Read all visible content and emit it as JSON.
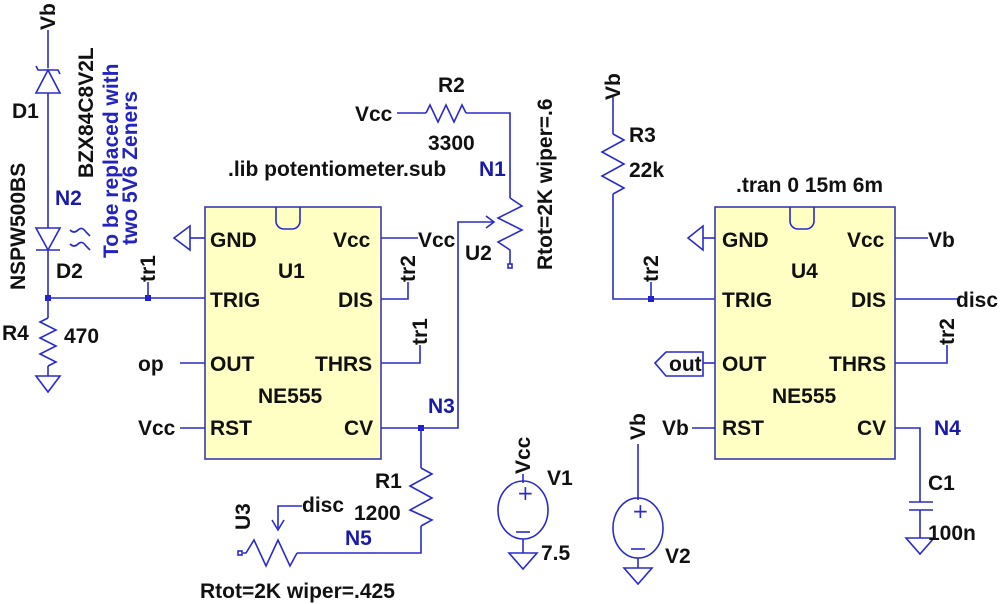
{
  "schematic": {
    "directives": {
      "lib": ".lib potentiometer.sub",
      "tran": ".tran 0 15m 6m"
    },
    "comment": {
      "line1": "To be replaced with",
      "line2": "two 5V6 Zeners"
    },
    "u1": {
      "ref": "U1",
      "model": "NE555",
      "pins": {
        "gnd": "GND",
        "vcc": "Vcc",
        "trig": "TRIG",
        "dis": "DIS",
        "out": "OUT",
        "thrs": "THRS",
        "rst": "RST",
        "cv": "CV"
      }
    },
    "u4": {
      "ref": "U4",
      "model": "NE555",
      "pins": {
        "gnd": "GND",
        "vcc": "Vcc",
        "trig": "TRIG",
        "dis": "DIS",
        "out": "OUT",
        "thrs": "THRS",
        "rst": "RST",
        "cv": "CV"
      }
    },
    "d1": {
      "ref": "D1",
      "model": "BZX84C8V2L"
    },
    "d2": {
      "ref": "D2",
      "model": "NSPW500BS"
    },
    "r1": {
      "ref": "R1",
      "value": "1200"
    },
    "r2": {
      "ref": "R2",
      "value": "3300"
    },
    "r3": {
      "ref": "R3",
      "value": "22k"
    },
    "r4": {
      "ref": "R4",
      "value": "470"
    },
    "c1": {
      "ref": "C1",
      "value": "100n"
    },
    "u2": {
      "ref": "U2",
      "params": "Rtot=2K wiper=.6"
    },
    "u3": {
      "ref": "U3",
      "params": "Rtot=2K wiper=.425"
    },
    "v1": {
      "ref": "V1",
      "value": "7.5"
    },
    "v2": {
      "ref": "V2"
    },
    "nets": {
      "vb": "Vb",
      "vcc": "Vcc",
      "tr1": "tr1",
      "tr2": "tr2",
      "op": "op",
      "out": "out",
      "disc": "disc",
      "n1": "N1",
      "n2": "N2",
      "n3": "N3",
      "n4": "N4",
      "n5": "N5"
    }
  }
}
